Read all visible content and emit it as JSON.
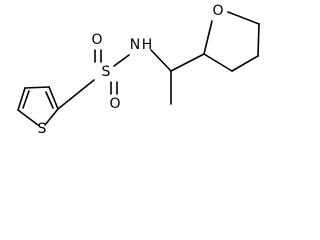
{
  "diagram": {
    "type": "chemical-structure",
    "atoms": {
      "sulfur_thiophene": "S",
      "sulfur_sulfonyl": "S",
      "oxygen_top": "O",
      "oxygen_bottom": "O",
      "nitrogen": "N",
      "nitrogen_hydrogen": "H",
      "oxygen_ring": "O"
    },
    "colors": {
      "bond": "#000000",
      "label": "#000000",
      "background": "#ffffff"
    }
  }
}
